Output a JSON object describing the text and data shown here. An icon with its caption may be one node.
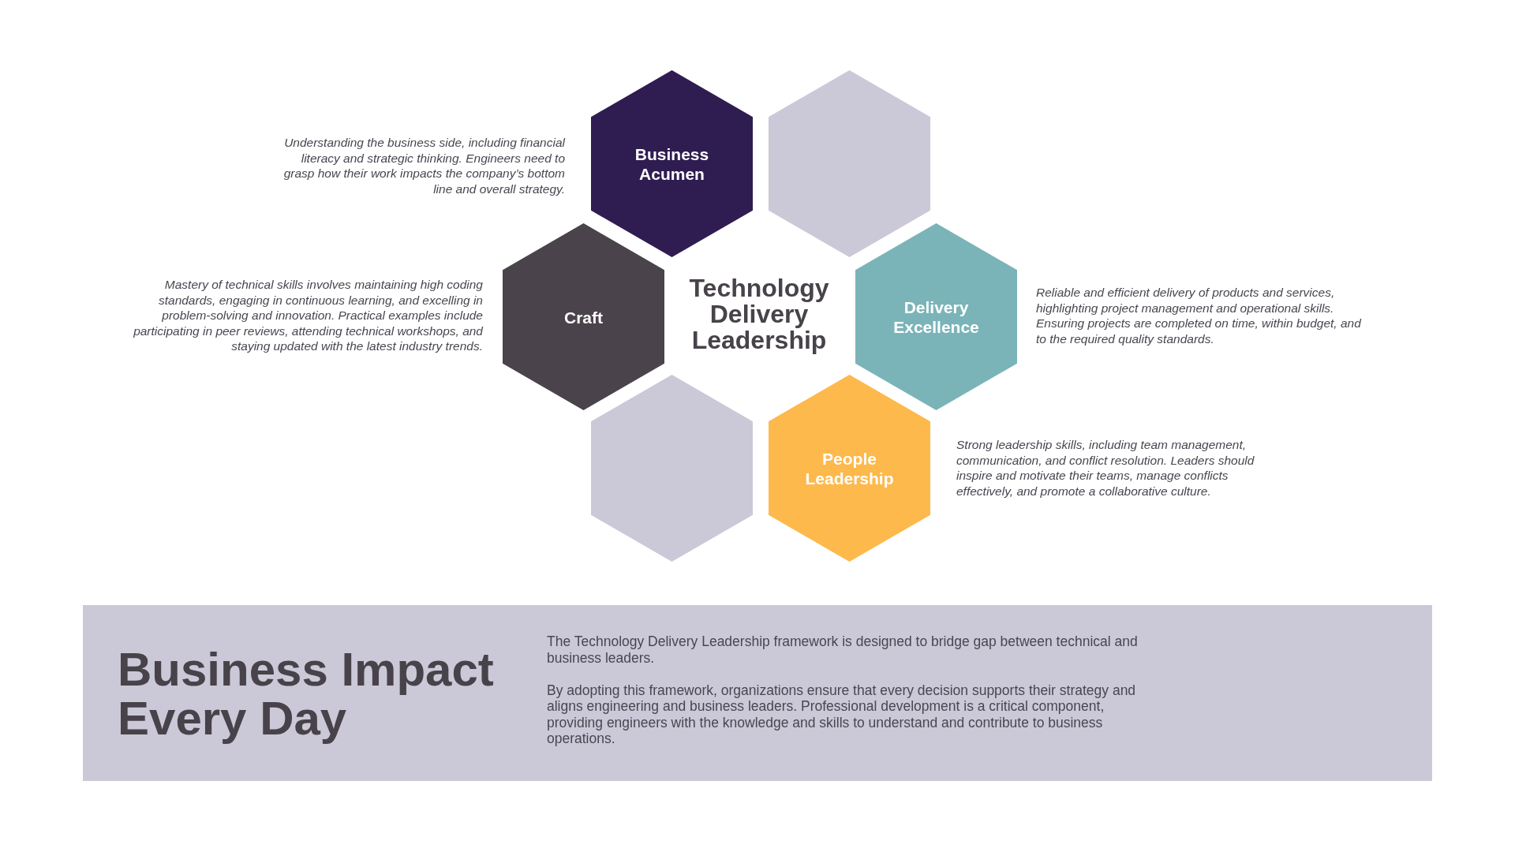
{
  "diagram": {
    "nodes": [
      {
        "text": [
          "Business Acumen"
        ],
        "beside": [
          "Understanding the business side, including financial literacy and strategic thinking. Engineers need to grasp how their work impacts the company’s bottom line and overall strategy."
        ]
      },
      {
        "text": [],
        "shape": "hexagon"
      },
      {
        "text": [
          "Craft"
        ],
        "beside": [
          "Mastery of technical skills involves maintaining high coding standards, engaging in continuous learning, and excelling in problem-solving and innovation. Practical examples include participating in peer reviews, attending technical workshops, and staying updated with the latest industry trends."
        ]
      },
      {
        "text": [
          "Delivery Excellence"
        ],
        "beside": [
          "Reliable and efficient delivery of products and services, highlighting project management and operational skills. Ensuring projects are completed on time, within budget, and to the required quality standards."
        ]
      },
      {
        "text": [],
        "shape": "hexagon"
      },
      {
        "text": [
          "People Leadership"
        ],
        "beside": [
          "Strong leadership skills, including team management, communication, and conflict resolution. Leaders should inspire and motivate their teams, manage conflicts effectively, and promote a collaborative culture."
        ]
      },
      {
        "text": [
          "Business Impact Every Day",
          "The Technology Delivery Leadership framework is designed to bridge gap between technical and business leaders.",
          "By adopting this framework, organizations ensure that every decision supports their strategy and aligns engineering and business leaders. Professional development is a critical component, providing engineers with the knowledge and skills to understand and contribute to business operations."
        ]
      }
    ],
    "labels": [
      "Technology Delivery Leadership"
    ]
  }
}
